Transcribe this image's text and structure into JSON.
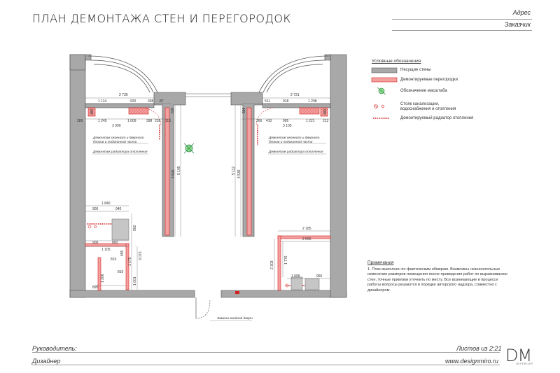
{
  "header": {
    "title": "ПЛАН ДЕМОНТАЖА СТЕН И ПЕРЕГОРОДОК",
    "address_label": "Адрес",
    "client_label": "Заказчик"
  },
  "legend": {
    "title": "Условные обозначения",
    "items": [
      {
        "icon": "bearing-wall-swatch",
        "label": "Несущие стены",
        "color": "#a8a8a8"
      },
      {
        "icon": "demolition-partition-swatch",
        "label": "Демонтируемые перегородки",
        "color": "#f08a8a"
      },
      {
        "icon": "scale-marker-icon",
        "label": "Обозначение масштаба"
      },
      {
        "icon": "riser-icon",
        "label": "Стояк канализации, водоснабжения и отопления"
      },
      {
        "icon": "radiator-icon",
        "label": "Демонтируемый радиатор отопления"
      }
    ]
  },
  "notes": {
    "title": "Примечания",
    "text": "1. План выполнен по фактическим обмерам. Возможны незначительные изменения размеров помещения после проведения работ по выравниванию стен, точные привязки уточнить по месту. Все возникающие в процессе работы вопросы решаются в порядке авторского надзора, совместно с дизайнером."
  },
  "plan": {
    "annotations": {
      "window_demolition_left": "Демонтаж оконного и дверного",
      "window_demolition_left_2": "блоков и подоконной части",
      "radiator_demolition_left": "Демонтаж радиатора отопления",
      "window_demolition_right": "Демонтаж оконного и дверного",
      "window_demolition_right_2": "блоков и подоконной части",
      "radiator_demolition_right": "Демонтаж радиатора отопления",
      "entrance_door": "Замена входной двери"
    },
    "dims": {
      "d2739": "2 739",
      "d1114": "1 114",
      "d920a": "920",
      "d398a": "398",
      "d87": "87",
      "d480a": "480",
      "d1245": "1 245",
      "d1009": "1 009",
      "d3099": "3 099",
      "d398b": "398",
      "d238": "238",
      "d115": "115",
      "d289": "289",
      "d600a": "600",
      "d2721": "2 721",
      "d511": "511",
      "d918": "918",
      "d1298": "1 298",
      "d480b": "480",
      "d598": "598",
      "d266": "266",
      "d410": "410",
      "d995": "995",
      "d3105": "3 105",
      "d1221": "1 221",
      "d213": "213",
      "d4595": "4 595",
      "d5105": "5 105",
      "d5112": "5 112",
      "d4536": "4 536",
      "d1840": "1 840",
      "d900a": "900",
      "d940": "940",
      "d900b": "900",
      "d800": "800",
      "d1105": "1 105",
      "d902": "902",
      "d655": "655",
      "d1170": "1 170",
      "d3073": "3 073",
      "d815": "815",
      "d810": "810",
      "d1206": "1 206",
      "d1001": "1 001",
      "d895": "895",
      "d2185": "2 185",
      "d2065": "2 065",
      "d2303": "2 303",
      "d1776": "1 776",
      "d1099": "1 099",
      "d966": "966"
    }
  },
  "footer": {
    "manager_label": "Руководитель:",
    "designer_label": "Дизайнер",
    "sheets_label": "Листов из 2:21",
    "website": "www.designmiro.ru",
    "logo_text": "DM",
    "logo_sub": "INTERIOR"
  },
  "colors": {
    "bearing_wall": "#a8a8a8",
    "demolition": "#f08a8a",
    "demolition_stroke": "#d42020",
    "ink": "#222222"
  }
}
